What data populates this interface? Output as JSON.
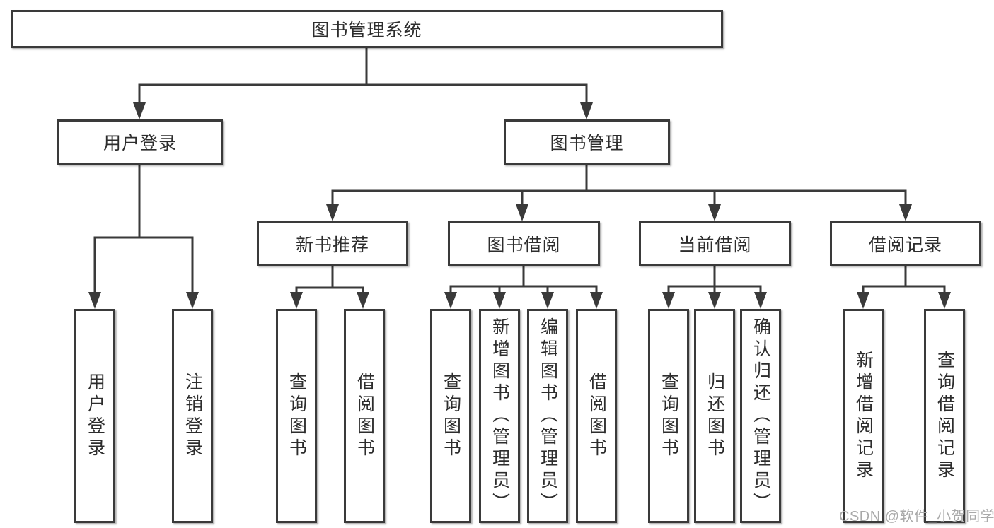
{
  "diagram": {
    "title": "图书管理系统",
    "branches": [
      {
        "label": "用户登录",
        "children": [
          {
            "label": "用户登录"
          },
          {
            "label": "注销登录"
          }
        ]
      },
      {
        "label": "图书管理",
        "children": [
          {
            "label": "新书推荐",
            "children": [
              {
                "label": "查询图书"
              },
              {
                "label": "借阅图书"
              }
            ]
          },
          {
            "label": "图书借阅",
            "children": [
              {
                "label": "查询图书"
              },
              {
                "label": "新增图书（管理员）"
              },
              {
                "label": "编辑图书（管理员）"
              },
              {
                "label": "借阅图书"
              }
            ]
          },
          {
            "label": "当前借阅",
            "children": [
              {
                "label": "查询图书"
              },
              {
                "label": "归还图书"
              },
              {
                "label": "确认归还（管理员）"
              }
            ]
          },
          {
            "label": "借阅记录",
            "children": [
              {
                "label": "新增借阅记录"
              },
              {
                "label": "查询借阅记录"
              }
            ]
          }
        ]
      }
    ]
  },
  "watermark": {
    "text": "CSDN @软件_小贺同学"
  },
  "colors": {
    "line": "#3a3a3a",
    "box_border": "#3a3a3a",
    "text": "#2d2d2d",
    "watermark": "#a9a9a9",
    "background": "#ffffff"
  }
}
